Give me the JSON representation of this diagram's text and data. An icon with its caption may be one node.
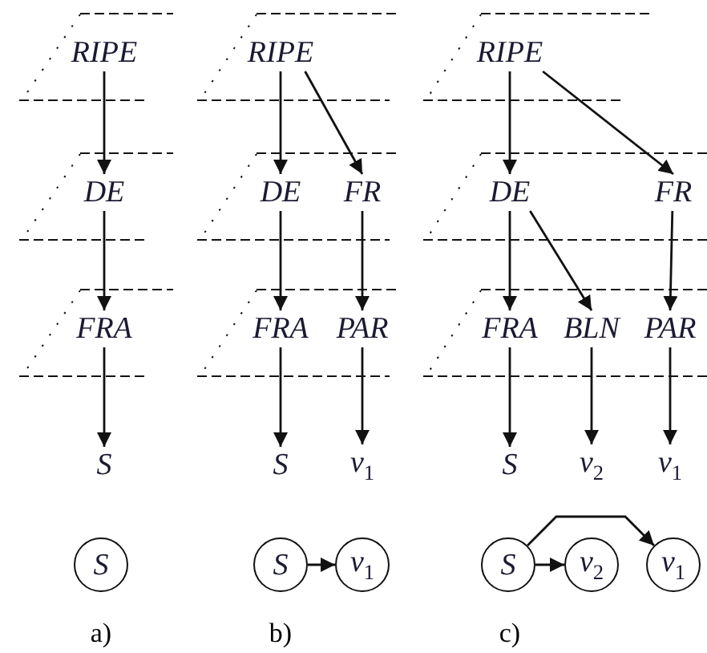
{
  "diagram": {
    "nodes": [
      {
        "text": [],
        "shape": "parallelogram"
      },
      {
        "text": [
          "RIPE"
        ],
        "in": 0
      },
      {
        "text": [],
        "shape": "parallelogram"
      },
      {
        "text": [
          "DE"
        ],
        "in": 2
      },
      {
        "text": [],
        "shape": "parallelogram"
      },
      {
        "text": [
          "FRA"
        ],
        "in": 4
      },
      {
        "text": [
          "S"
        ]
      },
      {
        "text": [
          "S"
        ]
      },
      {
        "text": [],
        "shape": "parallelogram"
      },
      {
        "text": [
          "RIPE"
        ],
        "in": 8
      },
      {
        "text": [],
        "shape": "parallelogram"
      },
      {
        "text": [
          "DE"
        ],
        "in": 10
      },
      {
        "text": [
          "FR"
        ],
        "in": 10
      },
      {
        "text": [],
        "shape": "parallelogram"
      },
      {
        "text": [
          "FRA"
        ],
        "in": 13
      },
      {
        "text": [
          "PAR"
        ],
        "in": 13
      },
      {
        "text": [
          "S"
        ]
      },
      {
        "text": [
          "v$_{1}$"
        ]
      },
      {
        "text": [
          "S"
        ]
      },
      {
        "text": [
          "v$_{1}$"
        ]
      },
      {
        "text": [],
        "shape": "parallelogram"
      },
      {
        "text": [
          "RIPE"
        ],
        "in": 20
      },
      {
        "text": [],
        "shape": "parallelogram"
      },
      {
        "text": [
          "DE"
        ],
        "in": 22
      },
      {
        "text": [
          "FR"
        ],
        "in": 22
      },
      {
        "text": [],
        "shape": "parallelogram"
      },
      {
        "text": [
          "FRA"
        ],
        "in": 25
      },
      {
        "text": [
          "BLN"
        ],
        "in": 25
      },
      {
        "text": [
          "PAR"
        ],
        "in": 25
      },
      {
        "text": [
          "S"
        ]
      },
      {
        "text": [
          "v$_{2}$"
        ]
      },
      {
        "text": [
          "v$_{1}$"
        ]
      },
      {
        "text": [
          "S"
        ]
      },
      {
        "text": [
          "v$_{2}$"
        ]
      },
      {
        "text": [
          "v$_{1}$"
        ]
      }
    ],
    "edges": [
      {
        "from": 1,
        "to": 3,
        "arrow": "to"
      },
      {
        "from": 3,
        "to": 5,
        "arrow": "to"
      },
      {
        "from": 5,
        "to": 6,
        "arrow": "to"
      },
      {
        "from": 9,
        "to": 11,
        "arrow": "to"
      },
      {
        "from": 9,
        "to": 12,
        "arrow": "to"
      },
      {
        "from": 11,
        "to": 14,
        "arrow": "to"
      },
      {
        "from": 12,
        "to": 15,
        "arrow": "to"
      },
      {
        "from": 14,
        "to": 16,
        "arrow": "to"
      },
      {
        "from": 15,
        "to": 17,
        "arrow": "to"
      },
      {
        "from": 18,
        "to": 19,
        "arrow": "to"
      },
      {
        "from": 21,
        "to": 23,
        "arrow": "to"
      },
      {
        "from": 21,
        "to": 24,
        "arrow": "to"
      },
      {
        "from": 23,
        "to": 26,
        "arrow": "to"
      },
      {
        "from": 23,
        "to": 27,
        "arrow": "to"
      },
      {
        "from": 24,
        "to": 28,
        "arrow": "to"
      },
      {
        "from": 26,
        "to": 29,
        "arrow": "to"
      },
      {
        "from": 27,
        "to": 30,
        "arrow": "to"
      },
      {
        "from": 28,
        "to": 31,
        "arrow": "to"
      },
      {
        "from": 32,
        "to": 33,
        "arrow": "to"
      },
      {
        "from": 32,
        "to": 34,
        "arrow": "to"
      }
    ],
    "labels": [
      "a)",
      "b)",
      "c)"
    ]
  }
}
